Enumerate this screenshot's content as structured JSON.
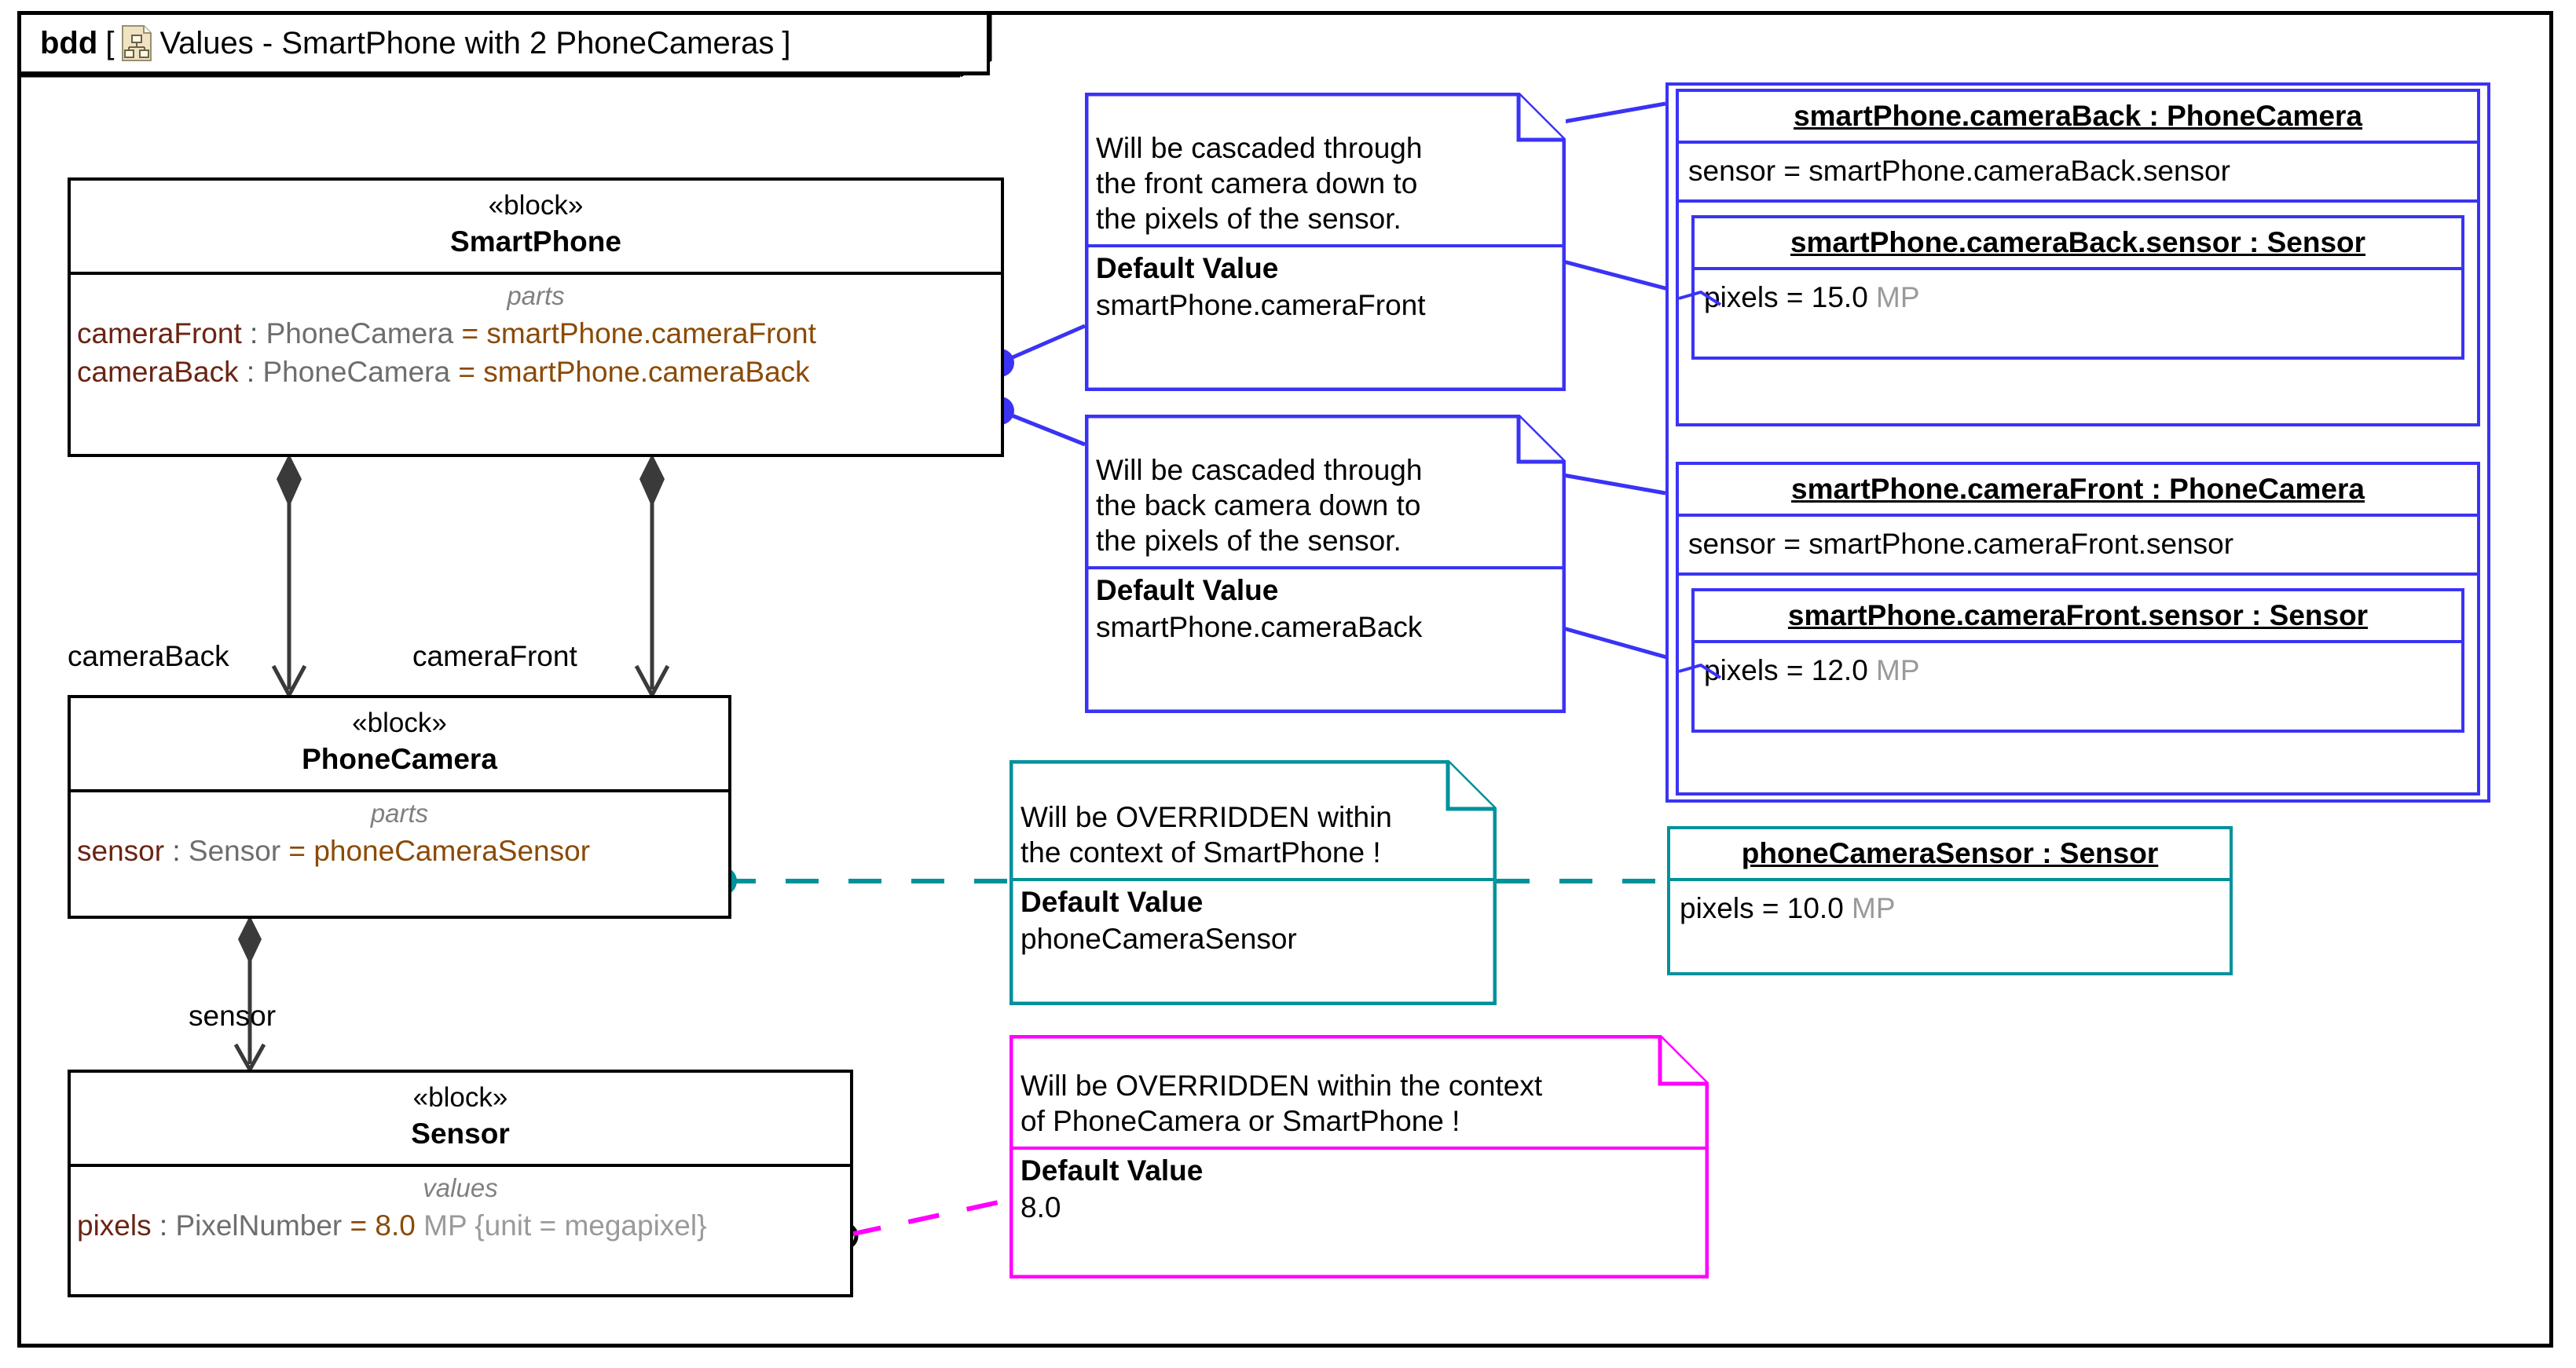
{
  "diagram": {
    "kind": "bdd",
    "frame_label": "[",
    "icon_name": "bdd-diagram-icon",
    "title": "Values - SmartPhone with 2  PhoneCameras",
    "frame_label_close": "]"
  },
  "colors": {
    "blue": "#3A33F5",
    "teal": "#00919B",
    "magenta": "#FF00FF",
    "black": "#000000",
    "name": "#6B2413",
    "type": "#6E6E6E",
    "value": "#8B4A06",
    "unit": "#9A9A9A"
  },
  "blocks": [
    {
      "id": "smartphone",
      "stereotype": "«block»",
      "name": "SmartPhone",
      "compartment_label": "parts",
      "features": [
        {
          "name": "cameraFront",
          "colon": " : ",
          "type": "PhoneCamera",
          "eq": " = ",
          "value": "smartPhone.cameraFront"
        },
        {
          "name": "cameraBack",
          "colon": " : ",
          "type": "PhoneCamera",
          "eq": " = ",
          "value": "smartPhone.cameraBack"
        }
      ]
    },
    {
      "id": "phonecamera",
      "stereotype": "«block»",
      "name": "PhoneCamera",
      "compartment_label": "parts",
      "features": [
        {
          "name": "sensor",
          "colon": " : ",
          "type": "Sensor",
          "eq": " = ",
          "value": "phoneCameraSensor"
        }
      ]
    },
    {
      "id": "sensor",
      "stereotype": "«block»",
      "name": "Sensor",
      "compartment_label": "values",
      "features": [
        {
          "name": "pixels",
          "colon": " : ",
          "type": "PixelNumber",
          "eq": " = ",
          "value": "8.0",
          "unit": " MP ",
          "constraint": "{unit = megapixel}"
        }
      ]
    }
  ],
  "association_labels": [
    {
      "id": "camera-back",
      "text": "cameraBack"
    },
    {
      "id": "camera-front",
      "text": "cameraFront"
    },
    {
      "id": "sensor-assoc",
      "text": "sensor"
    }
  ],
  "notes": [
    {
      "id": "note-front",
      "color": "#3A33F5",
      "lines": [
        "Will be cascaded through",
        "the front camera down to",
        "the pixels of the sensor."
      ],
      "default_title": "Default Value",
      "default_value": "smartPhone.cameraFront"
    },
    {
      "id": "note-back",
      "color": "#3A33F5",
      "lines": [
        "Will be cascaded through",
        "the back camera down to",
        "the pixels of the sensor."
      ],
      "default_title": "Default Value",
      "default_value": "smartPhone.cameraBack"
    },
    {
      "id": "note-phonecamera",
      "color": "#00919B",
      "lines": [
        "Will be OVERRIDDEN within",
        "the context of SmartPhone !"
      ],
      "default_title": "Default Value",
      "default_value": "phoneCameraSensor"
    },
    {
      "id": "note-sensor",
      "color": "#FF00FF",
      "lines": [
        "Will be OVERRIDDEN within the context",
        "of PhoneCamera or SmartPhone !"
      ],
      "default_title": "Default Value",
      "default_value": "8.0"
    }
  ],
  "instances": [
    {
      "id": "inst-camera-back",
      "color": "#3A33F5",
      "title": "smartPhone.cameraBack : PhoneCamera",
      "slot": "sensor = smartPhone.cameraBack.sensor",
      "nested": {
        "id": "inst-camera-back-sensor",
        "title": "smartPhone.cameraBack.sensor : Sensor",
        "slot_name": "pixels = ",
        "slot_value": "15.0",
        "slot_unit": " MP"
      }
    },
    {
      "id": "inst-camera-front",
      "color": "#3A33F5",
      "title": "smartPhone.cameraFront : PhoneCamera",
      "slot": "sensor = smartPhone.cameraFront.sensor",
      "nested": {
        "id": "inst-camera-front-sensor",
        "title": "smartPhone.cameraFront.sensor : Sensor",
        "slot_name": "pixels = ",
        "slot_value": "12.0",
        "slot_unit": " MP"
      }
    }
  ],
  "standalone_instance": {
    "id": "inst-phonecamerasensor",
    "color": "#00919B",
    "title": "phoneCameraSensor : Sensor",
    "slot_name": "pixels = ",
    "slot_value": "10.0",
    "slot_unit": " MP"
  }
}
